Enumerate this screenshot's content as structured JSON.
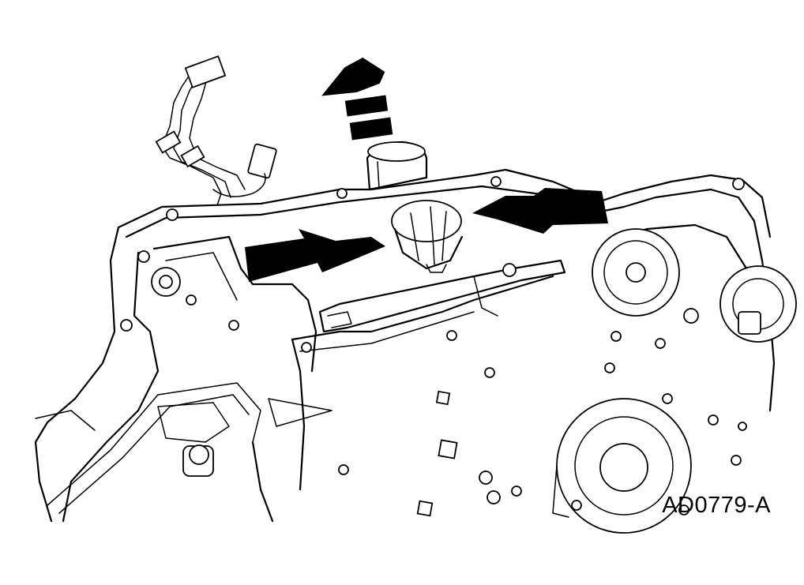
{
  "figure": {
    "id_label": "AD0779-A",
    "ink_color": "#000000",
    "paper_color": "#ffffff"
  },
  "callouts": {
    "pull_direction": "up-arrow-dashed",
    "press_tabs": [
      "right-pointing-arrows",
      "left-pointing-arrows"
    ]
  }
}
